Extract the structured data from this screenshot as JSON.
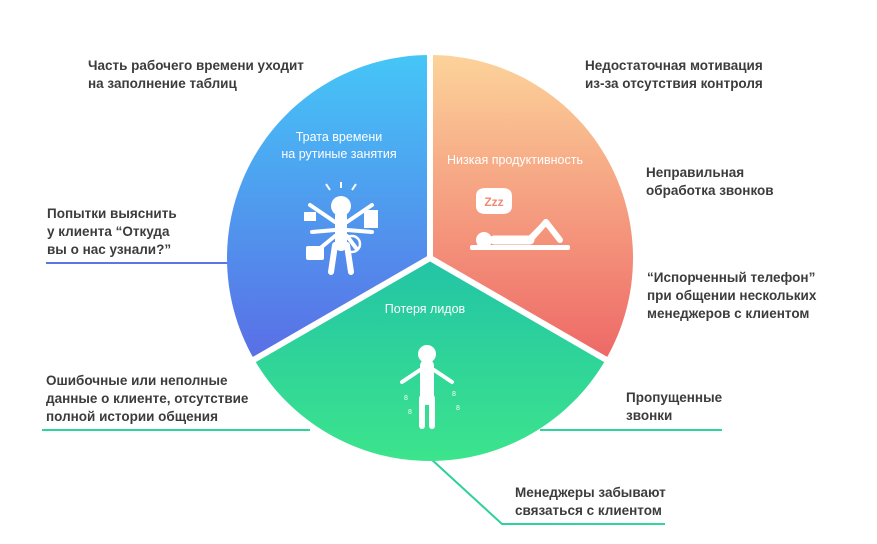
{
  "segments": {
    "time": {
      "title": [
        "Трата времени",
        "на рутиные занятия"
      ],
      "icon": "busy-person-icon",
      "color_top": "#45c6f7",
      "color_bottom": "#5a6ee6"
    },
    "productivity": {
      "title": [
        "Низкая продуктивность"
      ],
      "icon": "sleeping-person-icon",
      "color_top": "#fcd39a",
      "color_bottom": "#ee6866"
    },
    "leads": {
      "title": [
        "Потеря лидов"
      ],
      "icon": "confused-person-icon",
      "color_top": "#22c4a6",
      "color_bottom": "#3ce48c"
    }
  },
  "labels": {
    "l1": [
      "Часть рабочего времени уходит",
      "на заполнение таблиц"
    ],
    "l2": [
      "Попытки выяснить",
      "у клиента “Откуда",
      "вы о нас узнали?”"
    ],
    "l3": [
      "Ошибочные или неполные",
      "данные о клиенте, отсутствие",
      "полной истории общения"
    ],
    "r1": [
      "Недостаточная мотивация",
      "из-за отсутствия контроля"
    ],
    "r2": [
      "Неправильная",
      "обработка звонков"
    ],
    "r3": [
      "“Испорченный телефон”",
      "при общении нескольких",
      "менеджеров с клиентом"
    ],
    "r4": [
      "Пропущенные",
      "звонки"
    ],
    "b1": [
      "Менеджеры забывают",
      "связаться с клиентом"
    ]
  },
  "sleep_text": "Zzz"
}
